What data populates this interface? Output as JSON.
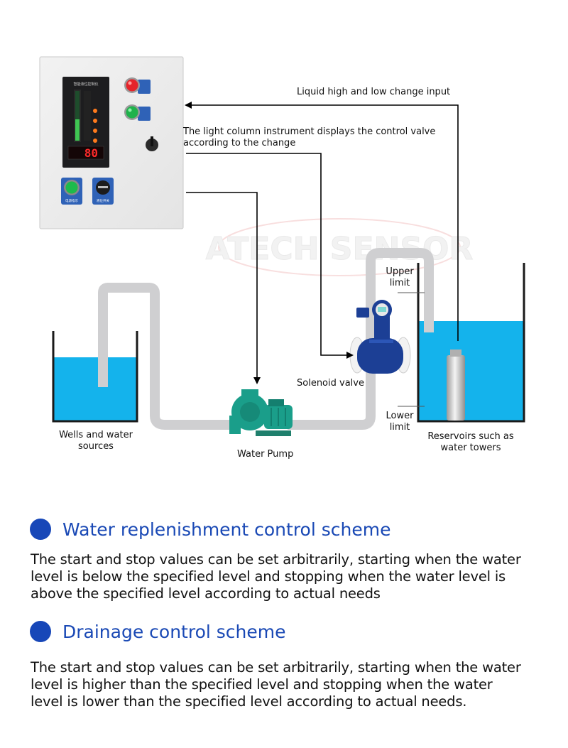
{
  "watermark": "ATECH SENSOR",
  "panel": {
    "display_title": "智能液位控制仪",
    "digital_value": "80",
    "buttons": [
      "电源指示",
      "液位开关"
    ]
  },
  "labels": {
    "input_arrow": "Liquid high and low change input",
    "instrument_note": [
      "The light column instrument displays the control valve",
      "according to the change"
    ],
    "upper_limit": [
      "Upper",
      "limit"
    ],
    "lower_limit": [
      "Lower",
      "limit"
    ],
    "solenoid_valve": "Solenoid valve",
    "water_pump": "Water Pump",
    "source": [
      "Wells and water",
      "sources"
    ],
    "reservoir": [
      "Reservoirs such as",
      "water towers"
    ]
  },
  "schemes": [
    {
      "title": "Water replenishment control scheme",
      "lines": [
        "The start and stop values can be set arbitrarily, starting when the water",
        "level is below the specified level and stopping when the water level is",
        "above the specified level according to actual needs"
      ]
    },
    {
      "title": "Drainage control scheme",
      "lines": [
        "The start and stop values can be set arbitrarily, starting when the water",
        "level is higher than the specified level and stopping when the water",
        "level is lower than the specified level according to actual needs."
      ]
    }
  ],
  "colors": {
    "water": "#14b3ec",
    "pipe": "#cfcfd1",
    "accent": "#1a49b5",
    "pump": "#1a9e8a",
    "valve": "#1c3f95"
  }
}
